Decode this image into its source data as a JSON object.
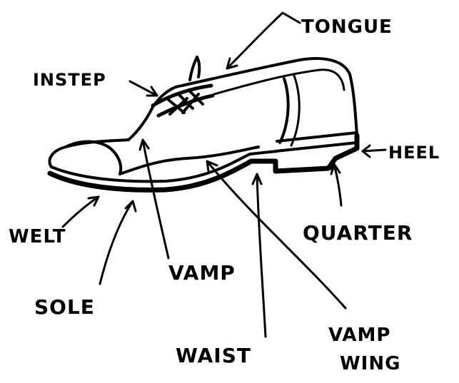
{
  "diagram": {
    "labels": {
      "tongue": "TONGUE",
      "instep": "INSTEP",
      "heel": "HEEL",
      "welt": "WELT",
      "quarter": "QUARTER",
      "vamp": "VAMP",
      "sole": "SOLE",
      "vamp_wing_line1": "VAMP",
      "vamp_wing_line2": "WING",
      "waist": "WAIST"
    }
  }
}
